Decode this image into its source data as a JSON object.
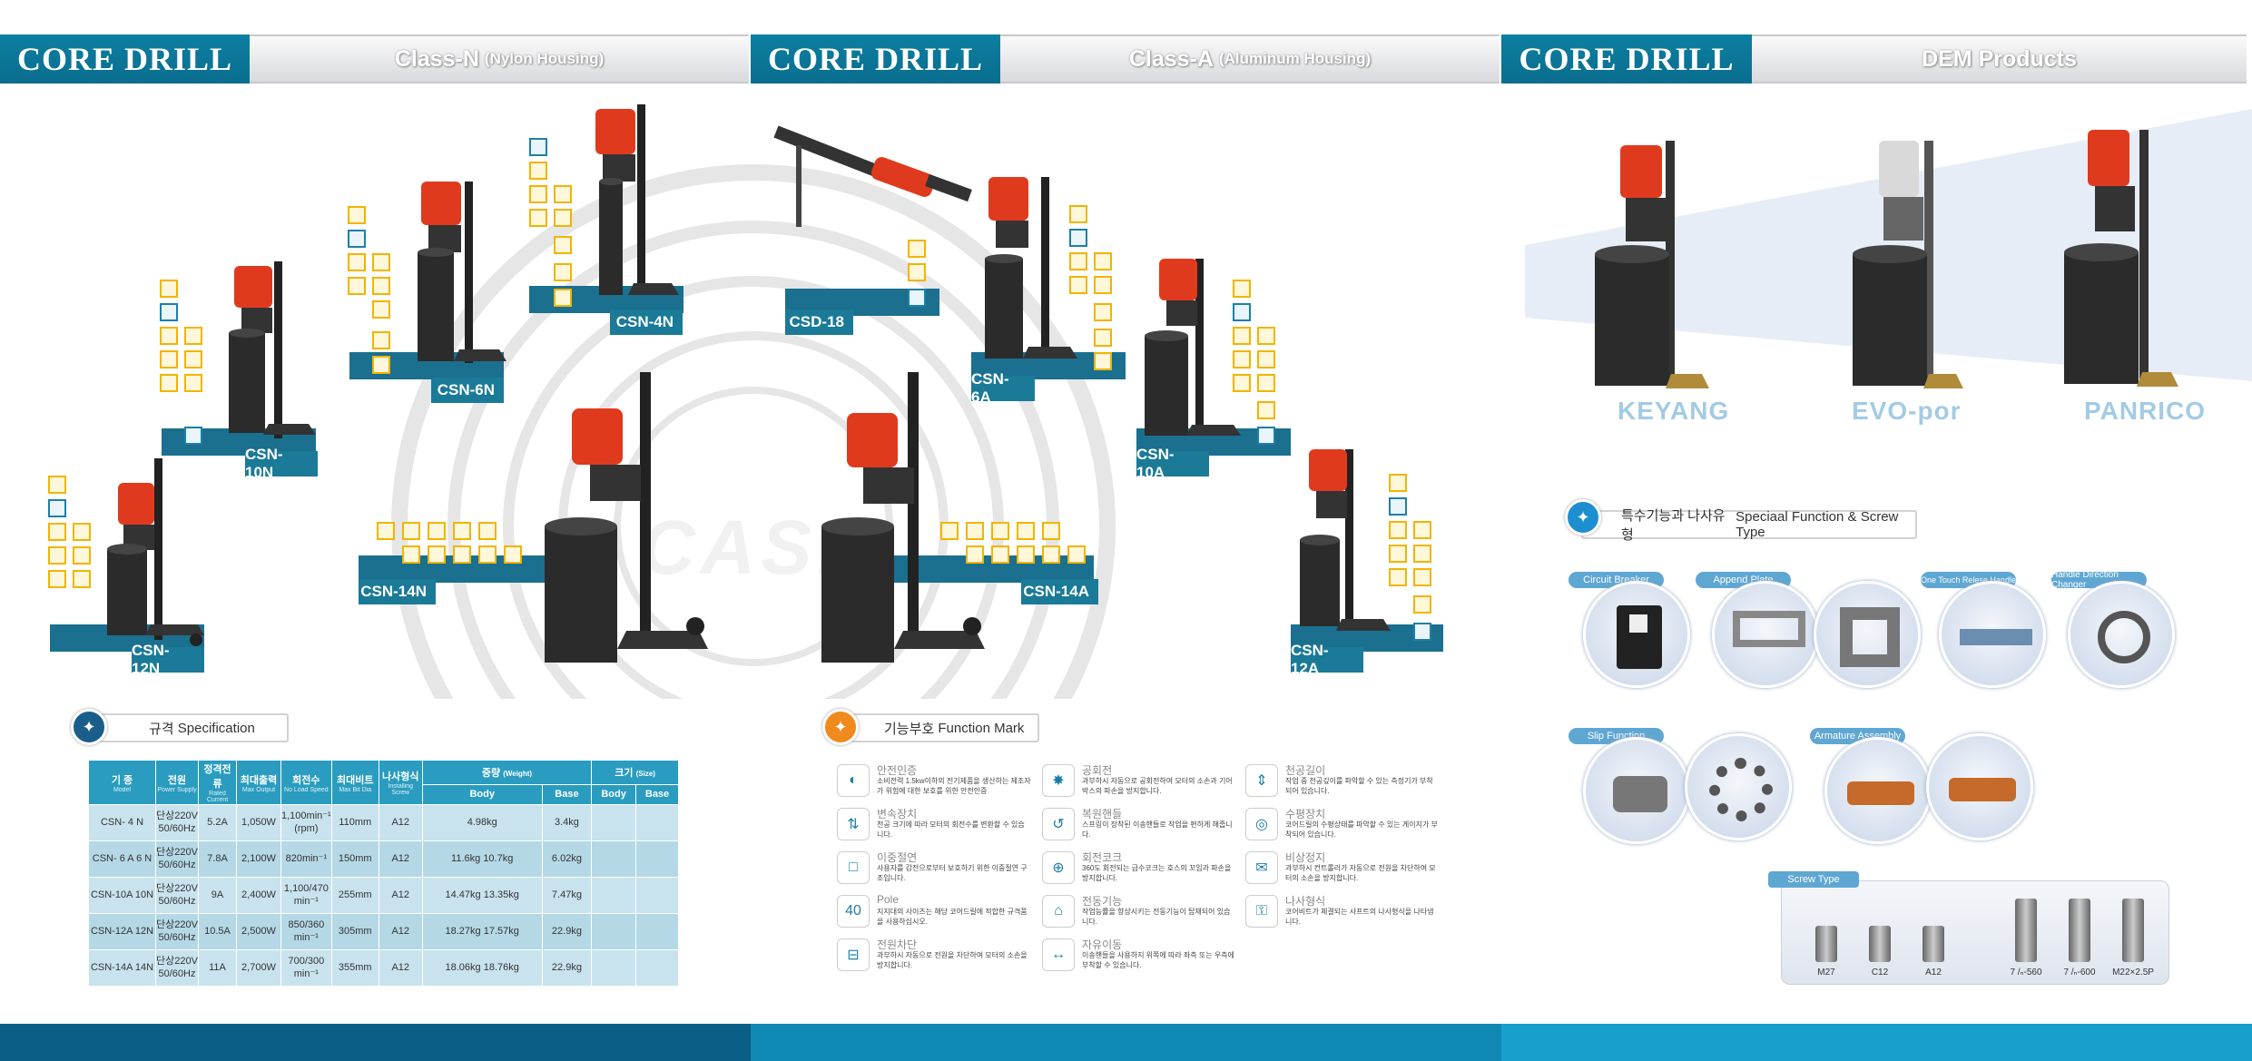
{
  "header": {
    "brand": "CORE DRILL",
    "panel1_title": "Class-N",
    "panel1_sub": "(Nylon Housing)",
    "panel2_title": "Class-A",
    "panel2_sub": "(Aluminum Housing)",
    "panel3_title": "DEM Products"
  },
  "products": {
    "csn4n": "CSN-4N",
    "csn6n": "CSN-6N",
    "csn10n": "CSN-10N",
    "csn12n": "CSN-12N",
    "csn14n": "CSN-14N",
    "csd18": "CSD-18",
    "csn6a": "CSN-6A",
    "csn10a": "CSN-10A",
    "csn14a": "CSN-14A",
    "csn12a": "CSN-12A"
  },
  "dem": {
    "keyang": "KEYANG",
    "evopor": "EVO-por",
    "panrico": "PANRICO"
  },
  "spec": {
    "title_ko": "규격",
    "title_en": "Specification",
    "headers": {
      "model_ko": "기 종",
      "model_en": "Model",
      "power_ko": "전원",
      "power_en": "Power Supply",
      "current_ko": "정격전류",
      "current_en": "Rated Current",
      "output_ko": "최대출력",
      "output_en": "Max Output",
      "rpm_ko": "회전수",
      "rpm_en": "No Load Speed",
      "bit_ko": "최대비트",
      "bit_en": "Max Bit Dia",
      "screw_ko": "나사형식",
      "screw_en": "Installing Screw",
      "weight_ko": "중량",
      "weight_en": "(Weight)",
      "size_ko": "크기",
      "size_en": "(Size)",
      "body": "Body",
      "base": "Base",
      "body2": "Body",
      "base2": "Base"
    },
    "rows": [
      {
        "model": "CSN- 4 N",
        "power": "단상220V 50/60Hz",
        "current": "5.2A",
        "output": "1,050W",
        "rpm": "1,100min⁻¹ (rpm)",
        "bit": "110mm",
        "screw": "A12",
        "wbody": "4.98kg",
        "wbase": "3.4kg"
      },
      {
        "model": "CSN- 6 A 6 N",
        "power": "단상220V 50/60Hz",
        "current": "7.8A",
        "output": "2,100W",
        "rpm": "820min⁻¹",
        "bit": "150mm",
        "screw": "A12",
        "wbody": "11.6kg 10.7kg",
        "wbase": "6.02kg"
      },
      {
        "model": "CSN-10A 10N",
        "power": "단상220V 50/60Hz",
        "current": "9A",
        "output": "2,400W",
        "rpm": "1,100/470 min⁻¹",
        "bit": "255mm",
        "screw": "A12",
        "wbody": "14.47kg 13.35kg",
        "wbase": "7.47kg"
      },
      {
        "model": "CSN-12A 12N",
        "power": "단상220V 50/60Hz",
        "current": "10.5A",
        "output": "2,500W",
        "rpm": "850/360 min⁻¹",
        "bit": "305mm",
        "screw": "A12",
        "wbody": "18.27kg 17.57kg",
        "wbase": "22.9kg"
      },
      {
        "model": "CSN-14A 14N",
        "power": "단상220V 50/60Hz",
        "current": "11A",
        "output": "2,700W",
        "rpm": "700/300 min⁻¹",
        "bit": "355mm",
        "screw": "A12",
        "wbody": "18.06kg 18.76kg",
        "wbase": "22.9kg"
      }
    ]
  },
  "function_mark": {
    "title_ko": "기능부호",
    "title_en": "Function Mark",
    "items": [
      {
        "t": "안전인증",
        "d": "소비전력 1.5kw이하의 전기제품을 생산하는 제조자가 위험에 대한 보호를 위한 안전인증"
      },
      {
        "t": "변속장치",
        "d": "천공 크기에 따라 모터의 회전수를 변환할 수 있습니다."
      },
      {
        "t": "이중절연",
        "d": "사용자를 감전으로부터 보호하기 위한 이중절연 구조입니다."
      },
      {
        "t": "Pole",
        "d": "지지대의 사이즈는 해당 코어드릴에 적합한 규격품을 사용하십시오."
      },
      {
        "t": "전원차단",
        "d": "과부하시 자동으로 전원을 차단하여 모터의 소손을 방지합니다."
      },
      {
        "t": "공회전",
        "d": "과부하시 자동으로 공회전하여 모터의 소손과 기어박스의 파손을 방지합니다."
      },
      {
        "t": "복원핸들",
        "d": "스프링이 장착된 이송핸들로 작업을 편하게 해줍니다."
      },
      {
        "t": "회전코크",
        "d": "360도 회전되는 급수코크는 호스의 꼬임과 파손을 방지합니다."
      },
      {
        "t": "전동기능",
        "d": "작업능률을 향상시키는 전동기능이 탑재되어 있습니다."
      },
      {
        "t": "자유이동",
        "d": "이송핸들을 사용하지 위쪽에 따라 좌측 또는 우측에 부착할 수 있습니다."
      },
      {
        "t": "천공길이",
        "d": "작업 중 천공깊이를 파악할 수 있는 측정기가 부착되어 있습니다."
      },
      {
        "t": "수평장치",
        "d": "코어드릴의 수평상태를 파악할 수 있는 게이지가 부착되어 있습니다."
      },
      {
        "t": "비상정지",
        "d": "과부하시 컨트롤러가 자동으로 전원을 차단하여 모터의 소손을 방지합니다."
      },
      {
        "t": "나사형식",
        "d": "코어비트가 체결되는 샤프트의 나사형식을 나타냅니다."
      }
    ]
  },
  "special": {
    "title_ko": "특수기능과 나사유형",
    "title_en": "Speciaal Function & Screw Type",
    "tags": {
      "circuit": "Circuit Breaker",
      "append": "Append Plate",
      "onetouch": "One Touch Relese Handle",
      "handle": "Handle Direction Changer",
      "slip": "Slip Function",
      "armature": "Armature Assembly",
      "screw": "Screw Type"
    },
    "screws": [
      "M27",
      "C12",
      "A12",
      "7 /ₙ-560",
      "7 /ₙ-600",
      "M22×2.5P"
    ]
  },
  "watermark": "CASE",
  "colors": {
    "primary": "#0c7fa2",
    "accent": "#f2b400",
    "drill_red": "#e03a1e"
  }
}
